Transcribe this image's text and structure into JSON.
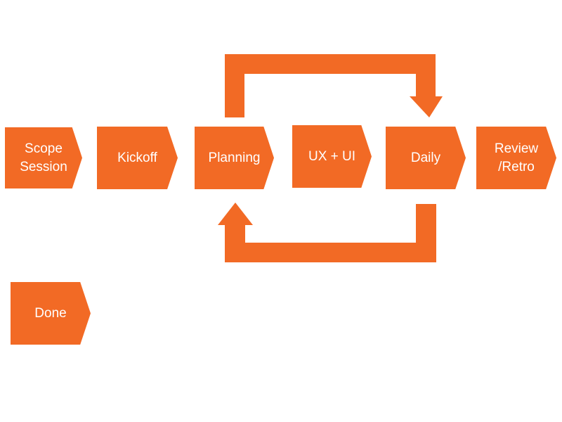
{
  "colors": {
    "accent": "#F26A25",
    "text": "#FFFFFF",
    "background": "#FFFFFF"
  },
  "steps": [
    {
      "id": "scope-session",
      "label": "Scope\nSession"
    },
    {
      "id": "kickoff",
      "label": "Kickoff"
    },
    {
      "id": "planning",
      "label": "Planning"
    },
    {
      "id": "ux-ui",
      "label": "UX + UI"
    },
    {
      "id": "daily",
      "label": "Daily"
    },
    {
      "id": "review-retro",
      "label": "Review\n/Retro"
    },
    {
      "id": "done",
      "label": "Done"
    }
  ],
  "connectors": [
    {
      "id": "loop-arrow-top",
      "from": "planning",
      "to": "daily"
    },
    {
      "id": "loop-arrow-bottom",
      "from": "daily",
      "to": "planning"
    }
  ]
}
